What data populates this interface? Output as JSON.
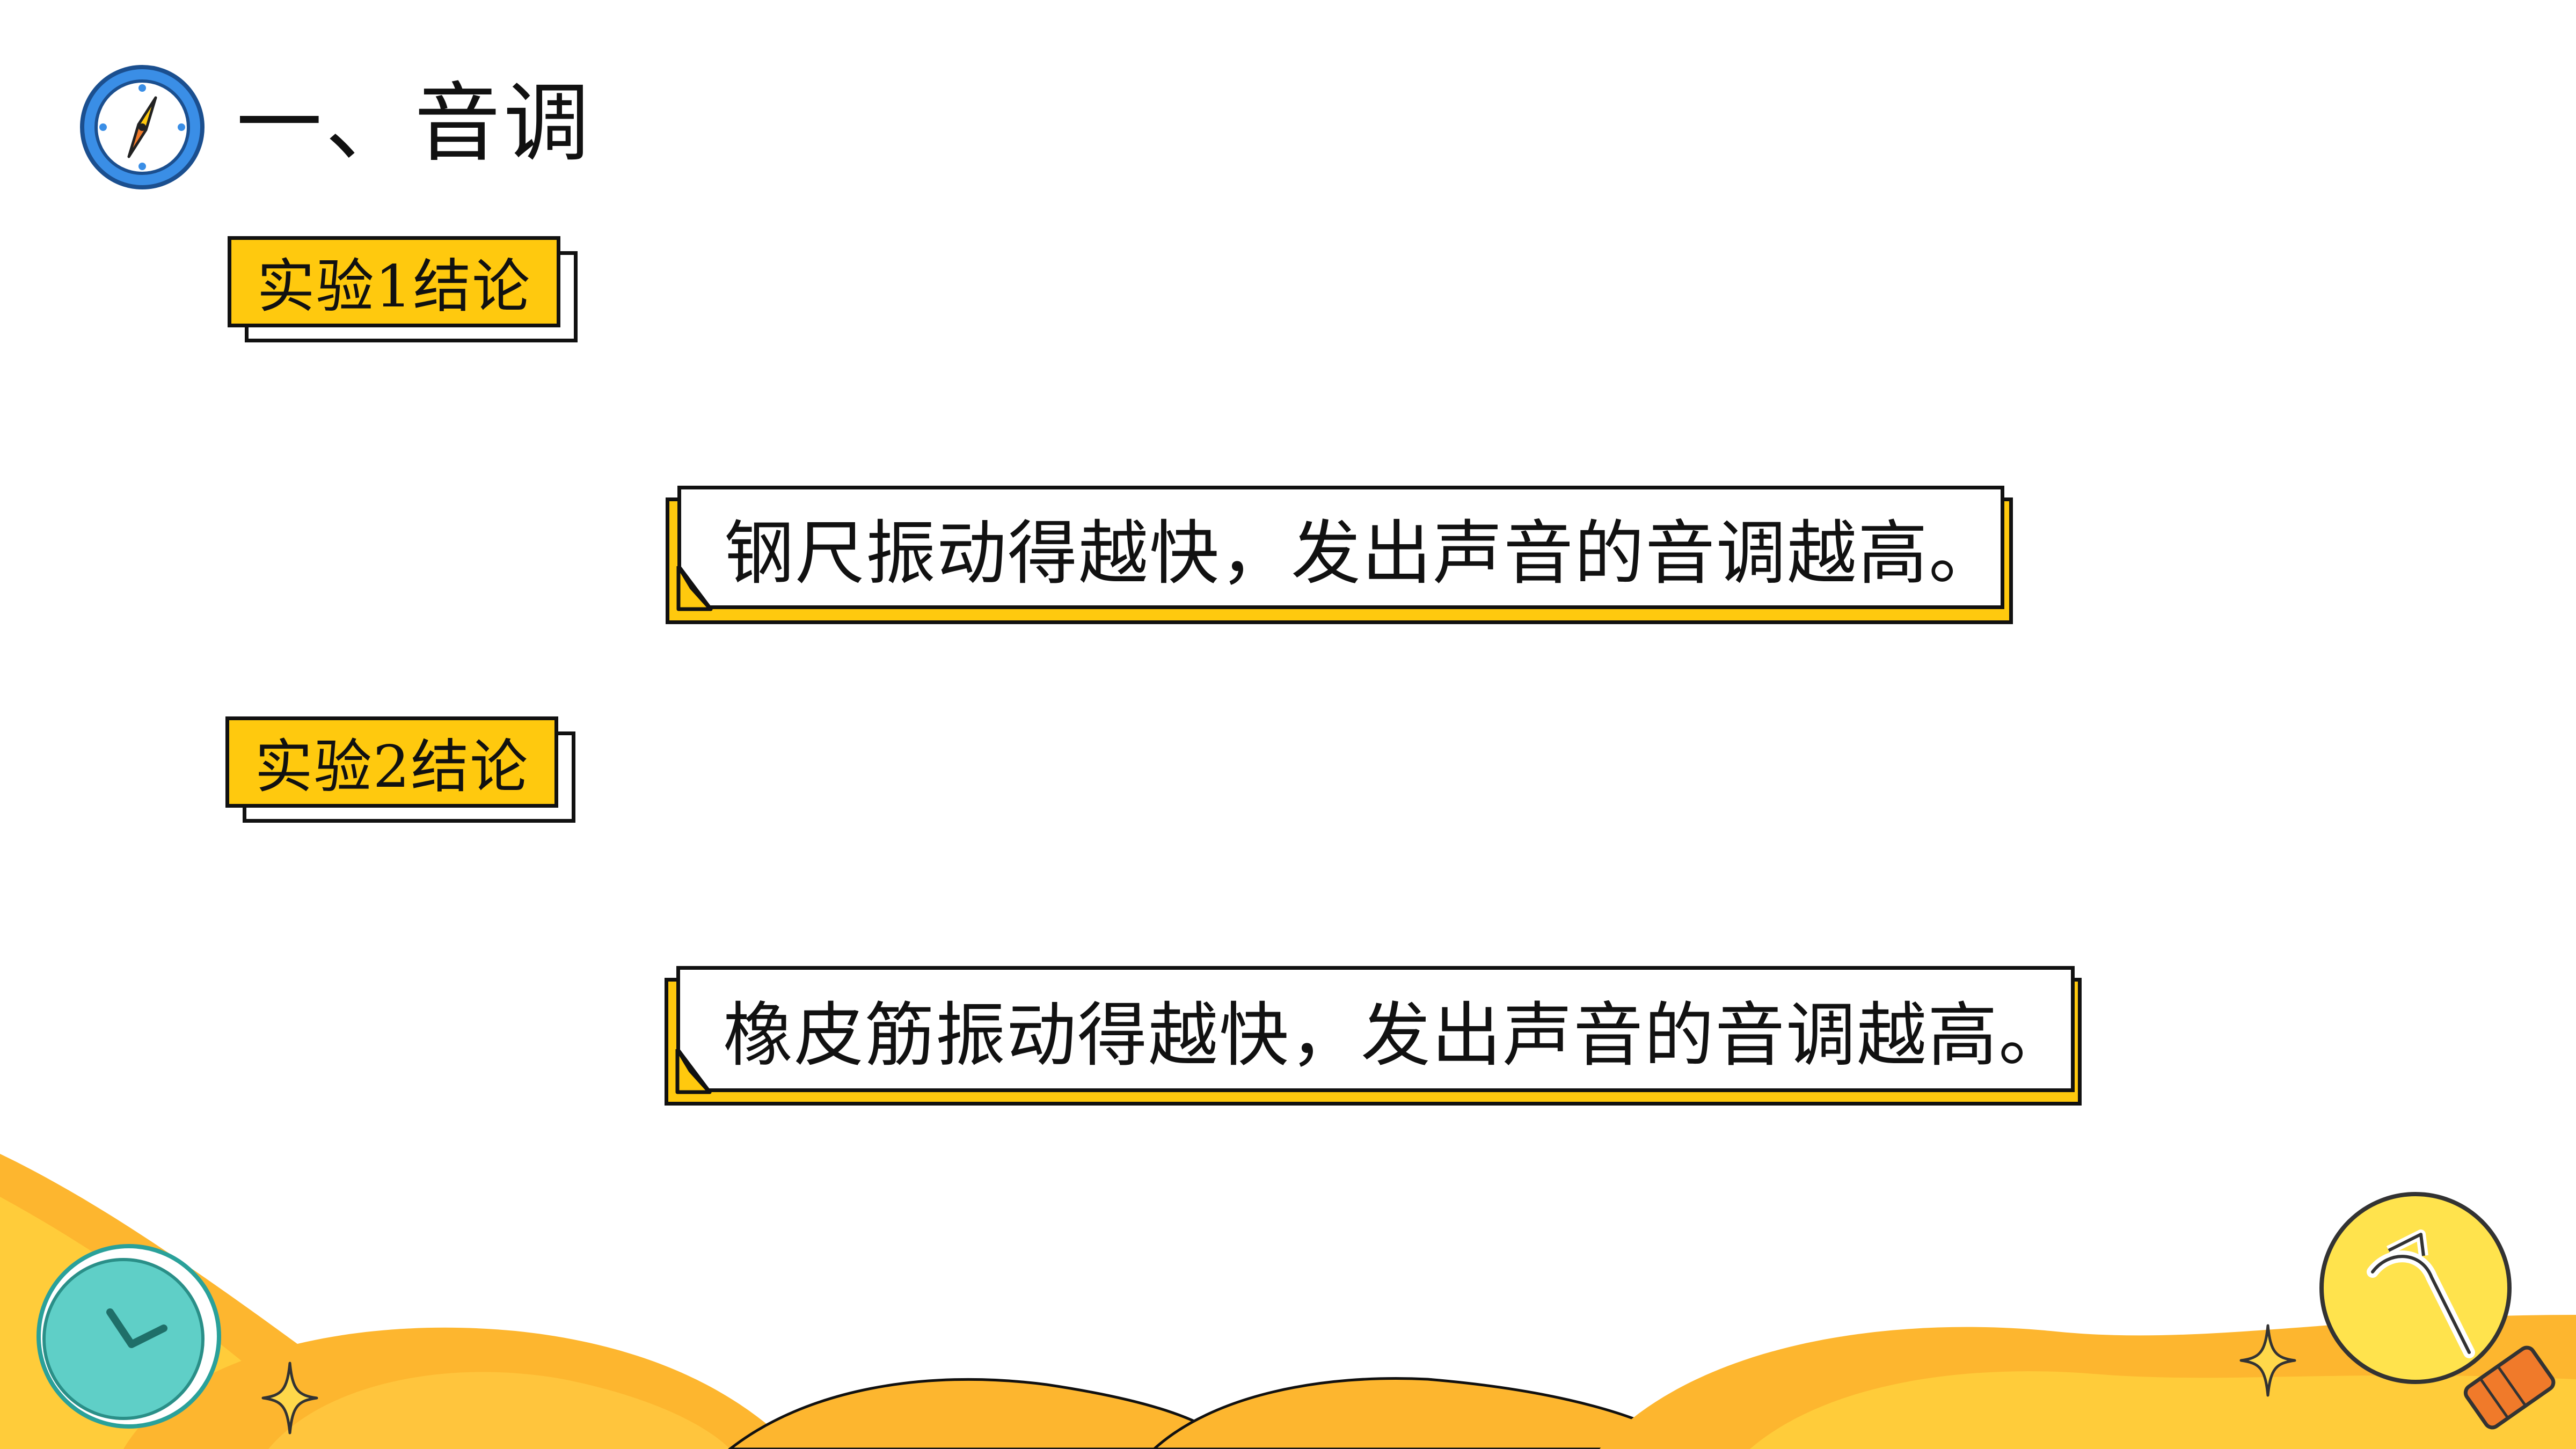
{
  "header": {
    "title": "一、音调",
    "icon": "compass-icon"
  },
  "experiment1": {
    "label": "实验1结论",
    "conclusion": "钢尺振动得越快，发出声音的音调越高。"
  },
  "experiment2": {
    "label": "实验2结论",
    "conclusion": "橡皮筋振动得越快，发出声音的音调越高。"
  },
  "decorations": {
    "left": "clock-icon",
    "right": "lightbulb-icon",
    "accents": [
      "sparkle-icon",
      "sparkle-icon"
    ]
  },
  "colors": {
    "accent_yellow": "#FFC90E",
    "wave_orange": "#FDB62F",
    "compass_blue": "#3A8EE6",
    "clock_teal": "#5FCFC7",
    "outline": "#111111"
  }
}
